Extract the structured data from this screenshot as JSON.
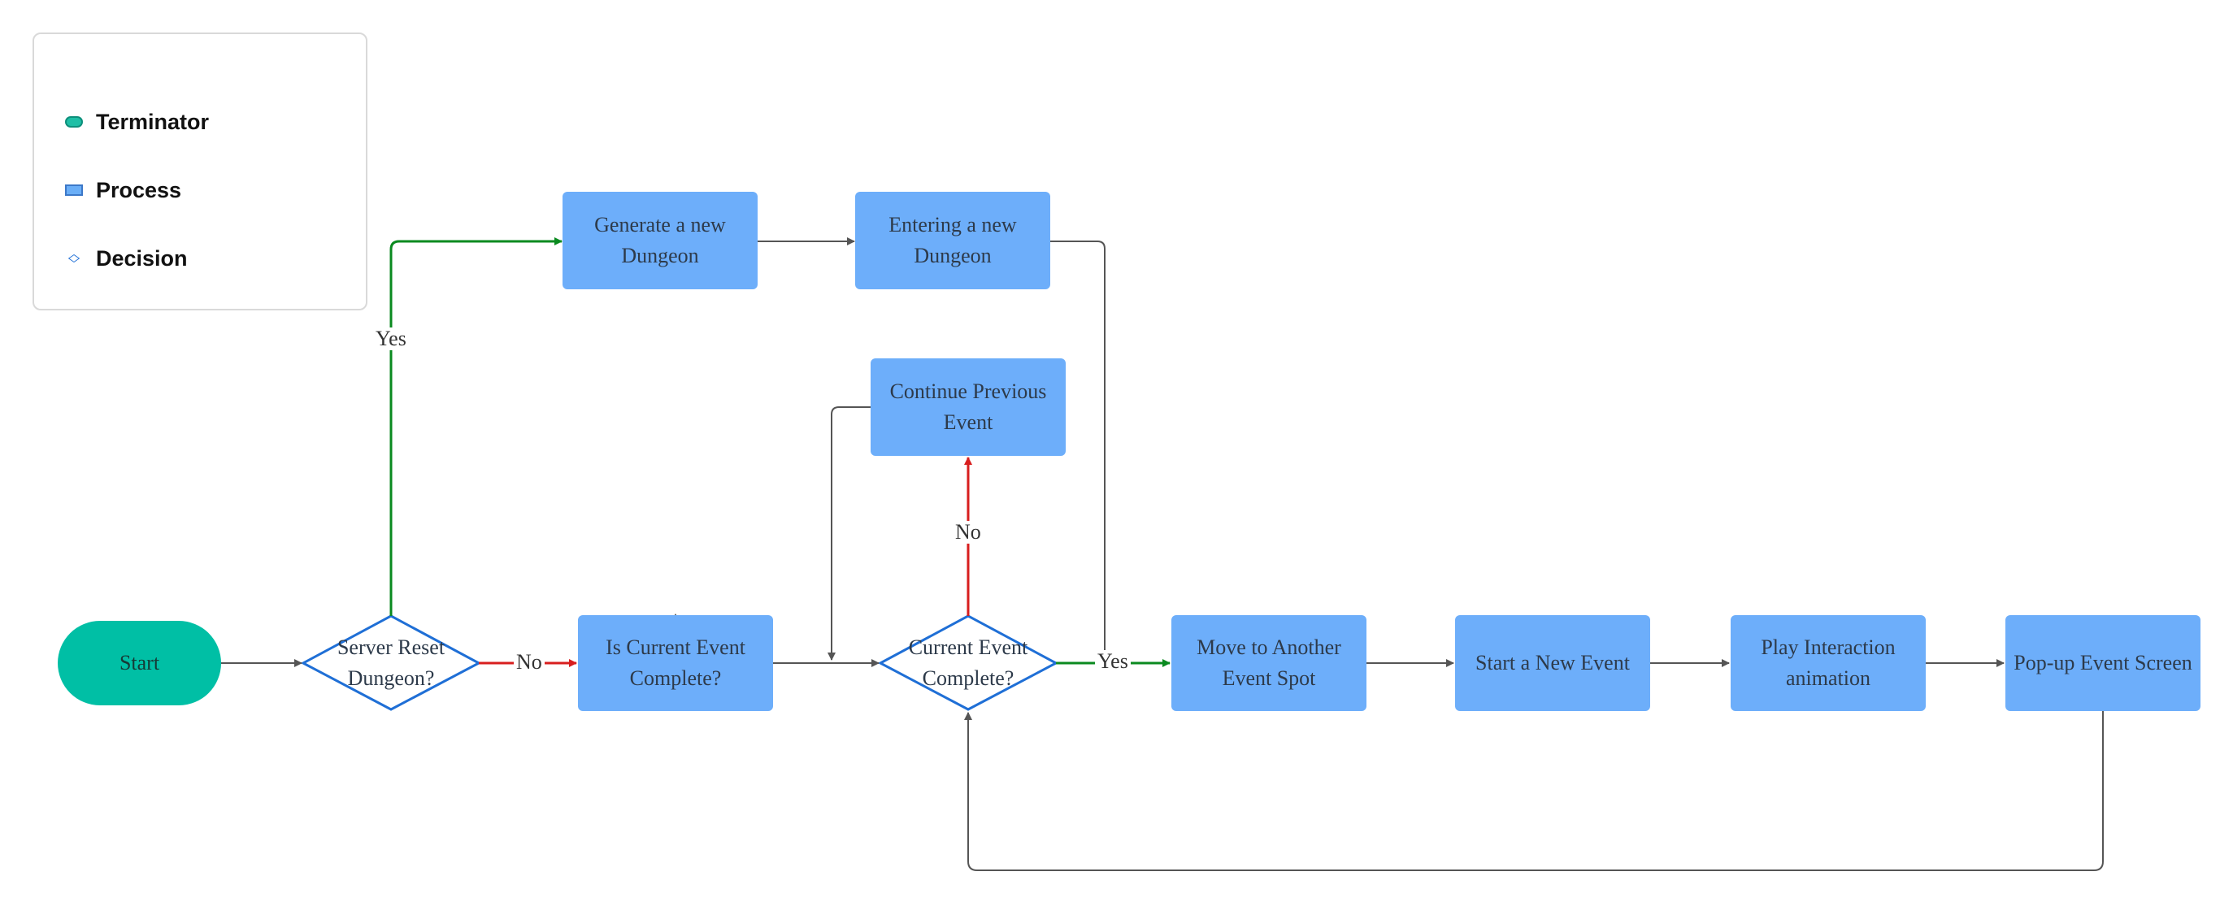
{
  "legend": {
    "items": [
      {
        "label": "Terminator",
        "shape": "terminator",
        "color": "#1fbfa6"
      },
      {
        "label": "Process",
        "shape": "process",
        "color": "#6aaef7"
      },
      {
        "label": "Decision",
        "shape": "decision",
        "color": "#1f6fd6"
      }
    ]
  },
  "nodes": {
    "start": "Start",
    "server_reset": "Server Reset Dungeon?",
    "generate_dungeon": "Generate a new Dungeon",
    "entering_dungeon": "Entering a new Dungeon",
    "is_current_event_complete": "Is Current Event Complete?",
    "continue_previous": "Continue Previous Event",
    "current_event_complete": "Current Event Complete?",
    "move_spot": "Move to Another Event Spot",
    "start_new_event": "Start a New Event",
    "play_animation": "Play Interaction animation",
    "popup_screen": "Pop-up Event Screen"
  },
  "edge_labels": {
    "yes_top": "Yes",
    "no_reset": "No",
    "no_complete": "No",
    "yes_complete": "Yes"
  },
  "colors": {
    "terminator": "#00bfa5",
    "process": "#6daefa",
    "decision_border": "#1f6fd6",
    "yes_edge": "#0a8a1f",
    "no_edge": "#d81e1e",
    "plain_edge": "#555555"
  }
}
